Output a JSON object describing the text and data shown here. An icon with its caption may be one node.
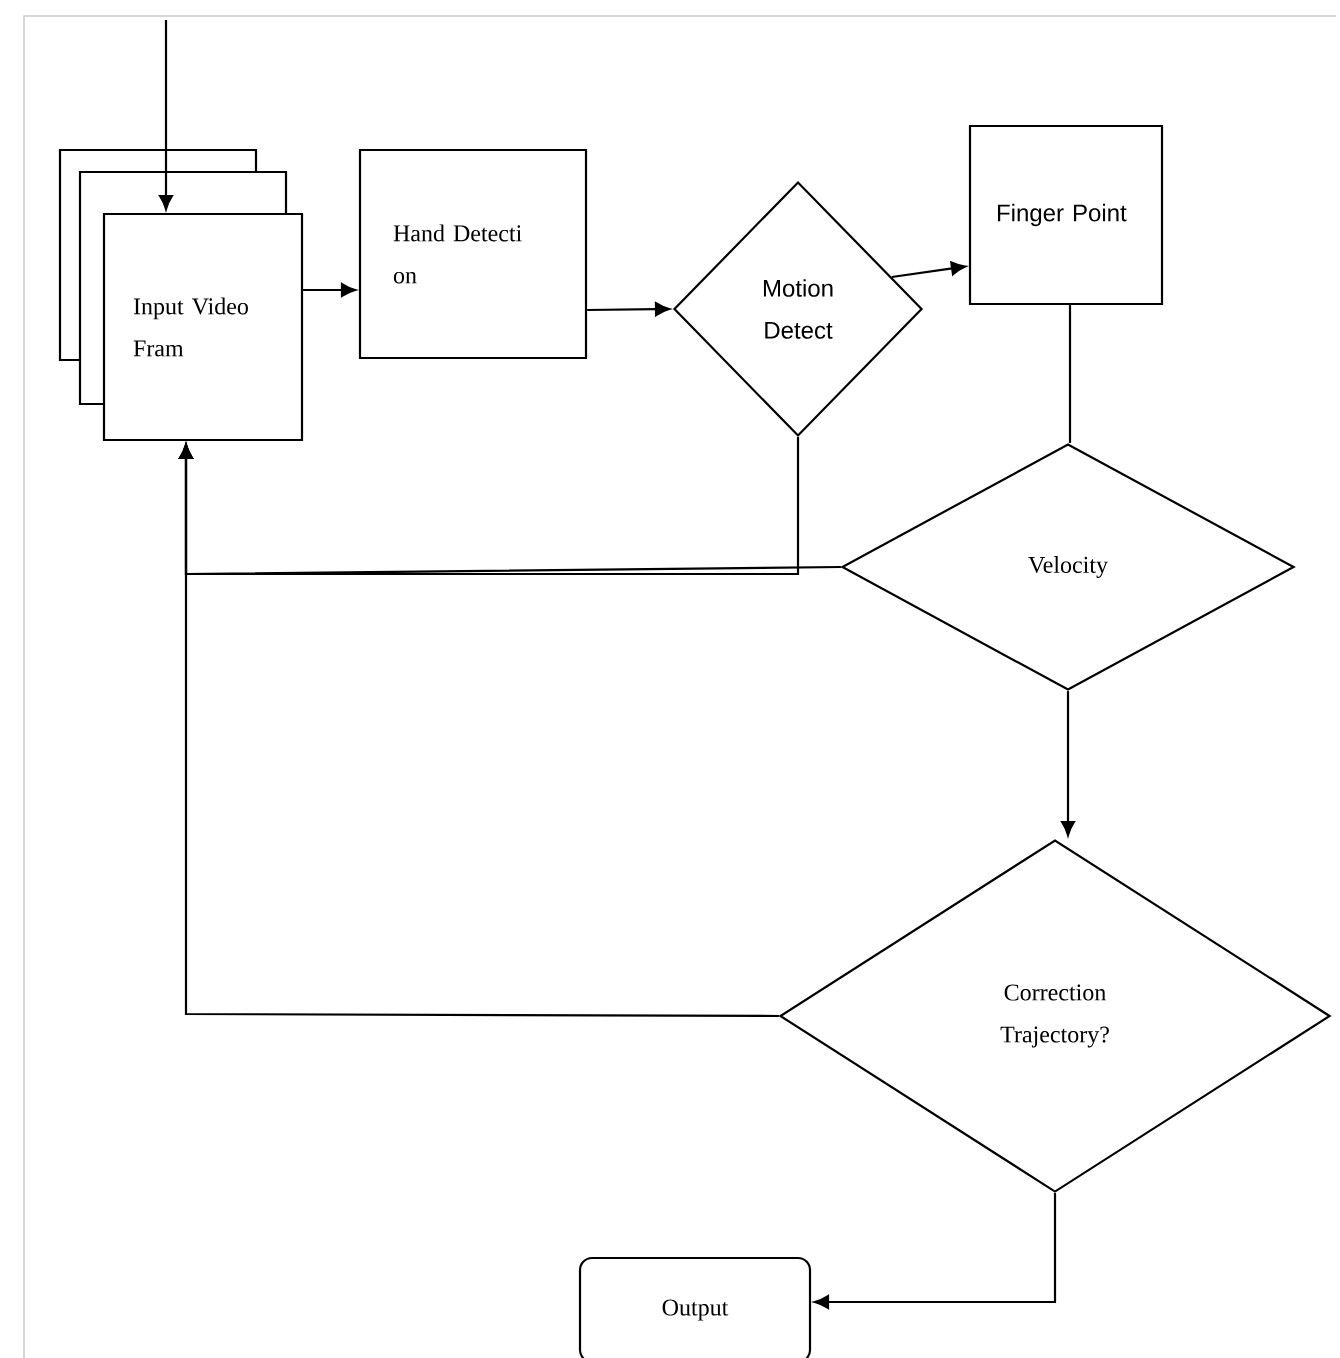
{
  "diagram": {
    "nodes": [
      {
        "text": [
          "Input Video Fram"
        ]
      },
      {
        "text": [
          "Hand Detecti on"
        ]
      },
      {
        "text": [
          "Motion Detect"
        ]
      },
      {
        "text": [
          "Finger Point"
        ]
      },
      {
        "text": [
          "Velocity"
        ]
      },
      {
        "text": [
          "Correction Trajectory?"
        ]
      },
      {
        "text": [
          "Output"
        ]
      }
    ],
    "edges": [
      {
        "from": null,
        "to": 0,
        "arrow": "to"
      },
      {
        "from": 0,
        "to": 1,
        "arrow": "to"
      },
      {
        "from": 1,
        "to": 2,
        "arrow": "to"
      },
      {
        "from": 2,
        "to": 3,
        "arrow": "to"
      },
      {
        "from": 3,
        "to": 4,
        "arrow": "none"
      },
      {
        "from": 2,
        "to": 0,
        "arrow": "to"
      },
      {
        "from": 4,
        "to": 0,
        "arrow": "to"
      },
      {
        "from": 4,
        "to": 5,
        "arrow": "to"
      },
      {
        "from": 5,
        "to": 0,
        "arrow": "to"
      },
      {
        "from": 5,
        "to": 6,
        "arrow": "to"
      }
    ]
  }
}
